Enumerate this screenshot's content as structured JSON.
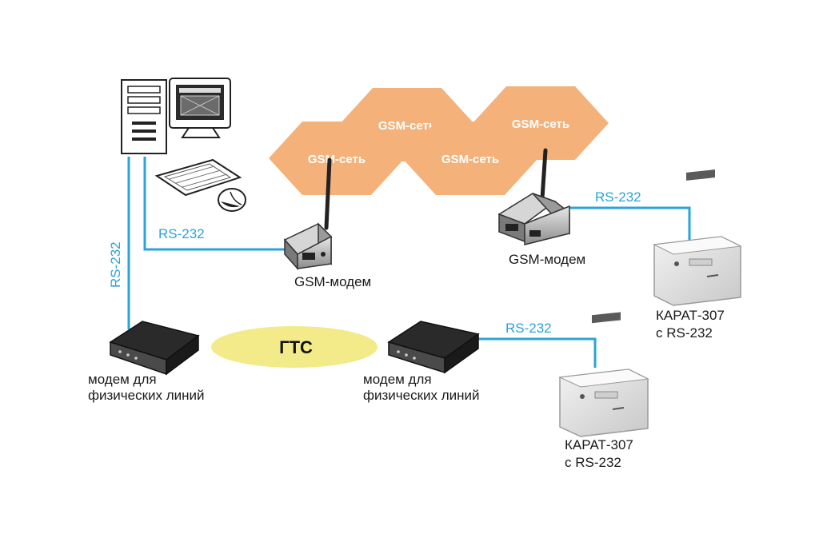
{
  "colors": {
    "link": "#2aa3d8",
    "hex_fill": "#f4b27a",
    "hex_text": "#ffffff",
    "pstn_fill": "#f3ea8a",
    "text": "#1a1a1a"
  },
  "icons": [
    "server-computer-icon",
    "keyboard-mouse-icon",
    "gsm-modem-icon",
    "line-modem-icon",
    "karat-meter-icon"
  ],
  "gsm_cells": [
    "GSM-сеть",
    "GSM-сеть",
    "GSM-сеть",
    "GSM-сеть"
  ],
  "links": {
    "pc_to_gsm_modem": "RS-232",
    "pc_to_line_modem": "RS-232",
    "gsm_modem_to_meter": "RS-232",
    "line_modem_to_meter": "RS-232"
  },
  "pstn": "ГТС",
  "gsm_modem_left": "GSM-модем",
  "gsm_modem_right": "GSM-модем",
  "line_modem_left": [
    "модем для",
    "физических линий"
  ],
  "line_modem_right": [
    "модем для",
    "физических линий"
  ],
  "meter_top": [
    "КАРАТ-307",
    "с RS-232"
  ],
  "meter_bottom": [
    "КАРАТ-307",
    "с RS-232"
  ]
}
